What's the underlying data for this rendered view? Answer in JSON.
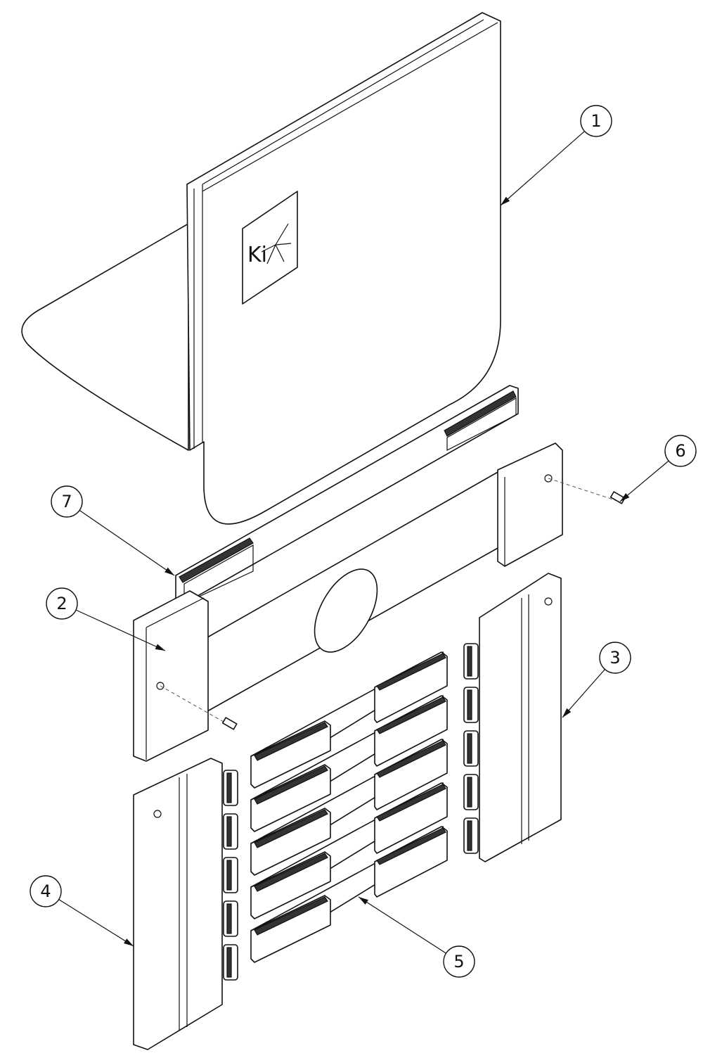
{
  "diagram": {
    "logo_text": "Ki",
    "balloons": [
      {
        "label": "1",
        "part": "backrest-panel"
      },
      {
        "label": "2",
        "part": "back-bracket"
      },
      {
        "label": "3",
        "part": "right-hinge-plate"
      },
      {
        "label": "4",
        "part": "left-hinge-plate"
      },
      {
        "label": "5",
        "part": "slats"
      },
      {
        "label": "6",
        "part": "screw"
      },
      {
        "label": "7",
        "part": "rail"
      }
    ]
  }
}
